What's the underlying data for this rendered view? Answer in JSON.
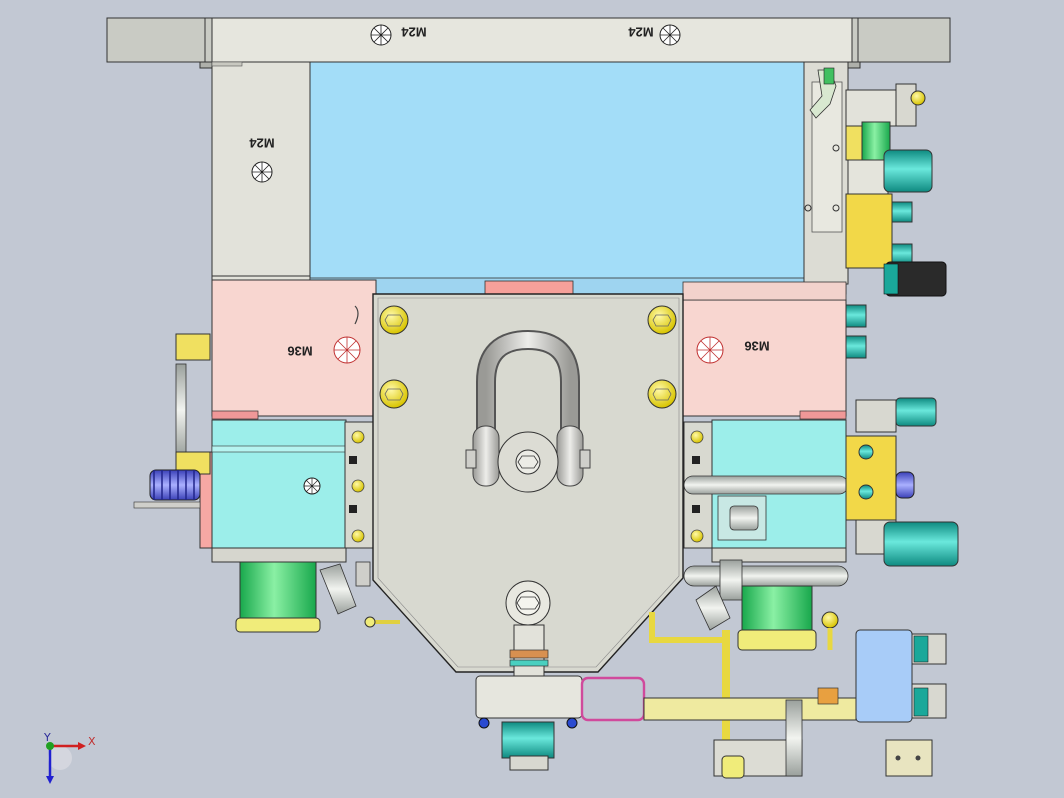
{
  "labels": {
    "top_left": "M24",
    "top_right": "M24",
    "left_plate": "M24",
    "left_pink": "M36",
    "right_pink": "M36"
  },
  "axes": {
    "x": "X",
    "y": "Y"
  },
  "colors": {
    "background": "#c2c8d3",
    "frame_grey": "#e4e4dc",
    "cavity_blue": "#a3ddf8",
    "pink": "#f8d6d0",
    "aqua": "#9ceeea",
    "main_block": "#d8d9d0",
    "yellow": "#f6e85c",
    "green": "#28c060",
    "teal": "#1aa89a",
    "magenta": "#d04a9c"
  }
}
